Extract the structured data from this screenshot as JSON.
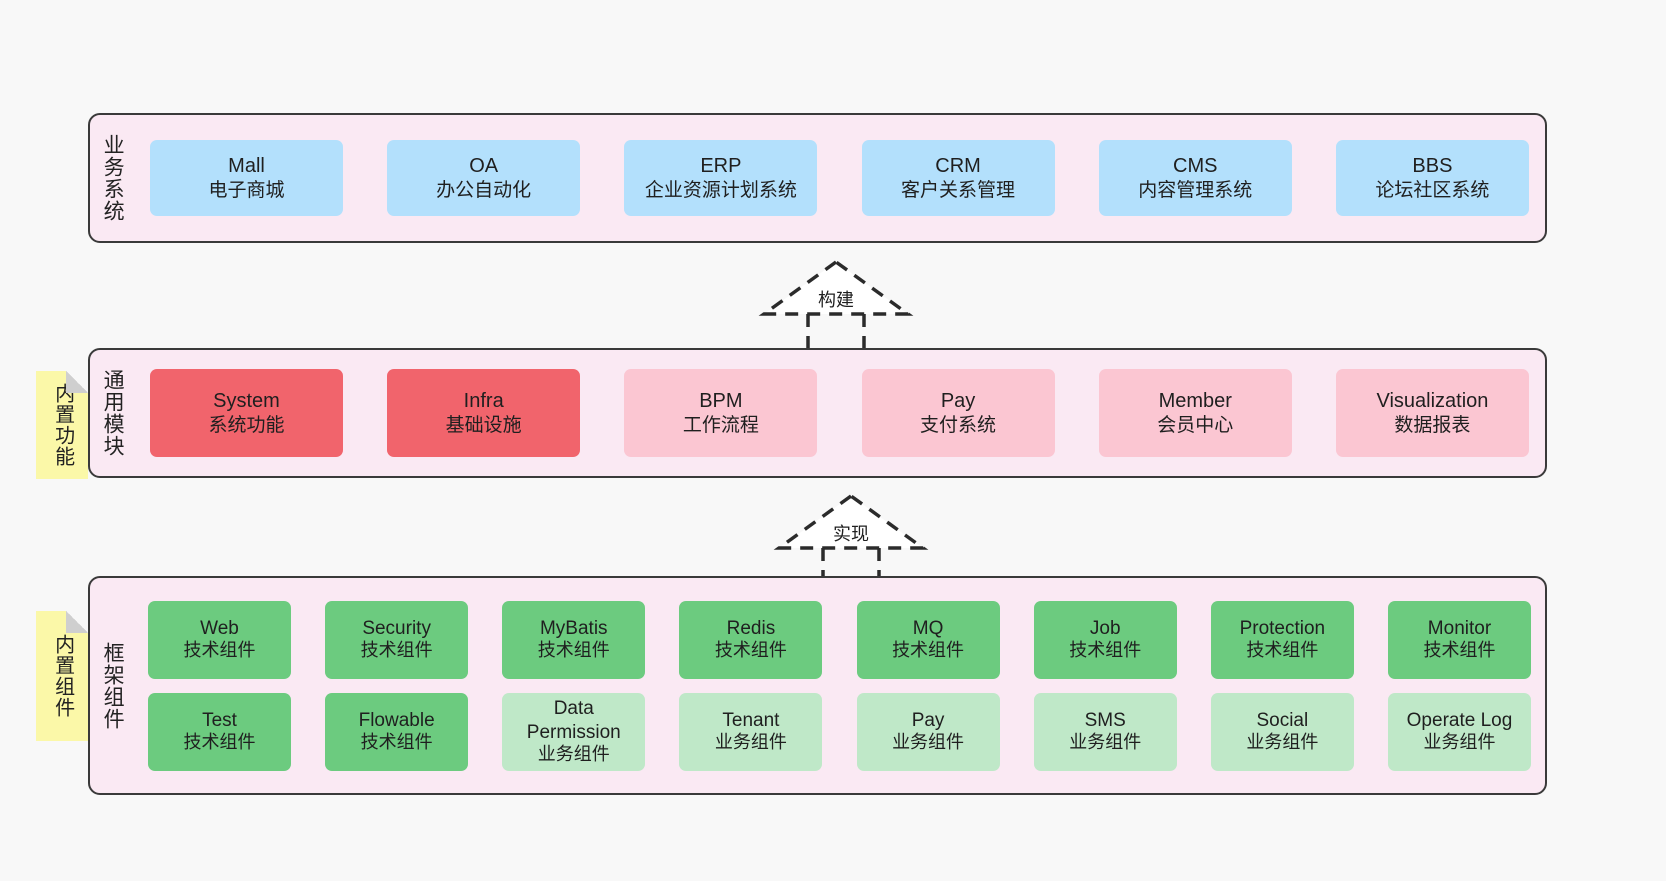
{
  "diagram": {
    "background_color": "#f8f8f8",
    "panel_color": "#fae9f3",
    "panel_border_color": "#3a3a3a"
  },
  "layers": [
    {
      "id": "business",
      "title": "业务系统",
      "card_color": "#b3e0fc",
      "cards": [
        {
          "en": "Mall",
          "cn": "电子商城"
        },
        {
          "en": "OA",
          "cn": "办公自动化"
        },
        {
          "en": "ERP",
          "cn": "企业资源计划系统"
        },
        {
          "en": "CRM",
          "cn": "客户关系管理"
        },
        {
          "en": "CMS",
          "cn": "内容管理系统"
        },
        {
          "en": "BBS",
          "cn": "论坛社区系统"
        }
      ]
    },
    {
      "id": "modules",
      "title": "通用模块",
      "sticky": "内置功能",
      "sticky_color": "#fbf8a8",
      "cards": [
        {
          "en": "System",
          "cn": "系统功能",
          "color": "#f1646c"
        },
        {
          "en": "Infra",
          "cn": "基础设施",
          "color": "#f1646c"
        },
        {
          "en": "BPM",
          "cn": "工作流程",
          "color": "#fbc6d2"
        },
        {
          "en": "Pay",
          "cn": "支付系统",
          "color": "#fbc6d2"
        },
        {
          "en": "Member",
          "cn": "会员中心",
          "color": "#fbc6d2"
        },
        {
          "en": "Visualization",
          "cn": "数据报表",
          "color": "#fbc6d2"
        }
      ]
    },
    {
      "id": "framework",
      "title": "框架组件",
      "sticky": "内置组件",
      "sticky_color": "#fbf8a8",
      "rows": [
        [
          {
            "en": "Web",
            "cn": "技术组件",
            "color": "#6ccb7f"
          },
          {
            "en": "Security",
            "cn": "技术组件",
            "color": "#6ccb7f"
          },
          {
            "en": "MyBatis",
            "cn": "技术组件",
            "color": "#6ccb7f"
          },
          {
            "en": "Redis",
            "cn": "技术组件",
            "color": "#6ccb7f"
          },
          {
            "en": "MQ",
            "cn": "技术组件",
            "color": "#6ccb7f"
          },
          {
            "en": "Job",
            "cn": "技术组件",
            "color": "#6ccb7f"
          },
          {
            "en": "Protection",
            "cn": "技术组件",
            "color": "#6ccb7f"
          },
          {
            "en": "Monitor",
            "cn": "技术组件",
            "color": "#6ccb7f"
          }
        ],
        [
          {
            "en": "Test",
            "cn": "技术组件",
            "color": "#6ccb7f"
          },
          {
            "en": "Flowable",
            "cn": "技术组件",
            "color": "#6ccb7f"
          },
          {
            "en": "Data Permission",
            "cn": "业务组件",
            "color": "#bfe8c8"
          },
          {
            "en": "Tenant",
            "cn": "业务组件",
            "color": "#bfe8c8"
          },
          {
            "en": "Pay",
            "cn": "业务组件",
            "color": "#bfe8c8"
          },
          {
            "en": "SMS",
            "cn": "业务组件",
            "color": "#bfe8c8"
          },
          {
            "en": "Social",
            "cn": "业务组件",
            "color": "#bfe8c8"
          },
          {
            "en": "Operate Log",
            "cn": "业务组件",
            "color": "#bfe8c8"
          }
        ]
      ]
    }
  ],
  "connectors": [
    {
      "id": "build",
      "label": "构建",
      "style": "dashed-generalization",
      "from": "通用模块",
      "to": "业务系统"
    },
    {
      "id": "impl",
      "label": "实现",
      "style": "dashed-generalization",
      "from": "框架组件",
      "to": "通用模块"
    }
  ]
}
